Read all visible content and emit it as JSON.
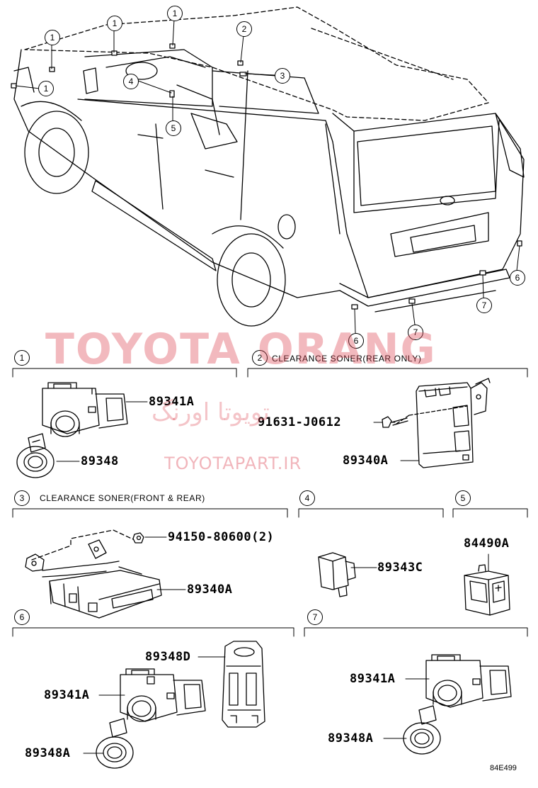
{
  "car_callouts": [
    {
      "id": "1",
      "n": "1"
    },
    {
      "id": "2",
      "n": "1"
    },
    {
      "id": "3",
      "n": "1"
    },
    {
      "id": "4",
      "n": "1"
    },
    {
      "id": "5",
      "n": "2"
    },
    {
      "id": "6",
      "n": "3"
    },
    {
      "id": "7",
      "n": "4"
    },
    {
      "id": "8",
      "n": "5"
    },
    {
      "id": "9",
      "n": "6"
    },
    {
      "id": "10",
      "n": "6"
    },
    {
      "id": "11",
      "n": "7"
    },
    {
      "id": "12",
      "n": "7"
    }
  ],
  "sections": {
    "s1": {
      "num": "1",
      "title": "",
      "parts": {
        "p1": "89341A",
        "p2": "89348"
      }
    },
    "s2": {
      "num": "2",
      "title": "CLEARANCE SONER(REAR ONLY)",
      "parts": {
        "p1": "91631-J0612",
        "p2": "89340A"
      }
    },
    "s3": {
      "num": "3",
      "title": "CLEARANCE SONER(FRONT & REAR)",
      "parts": {
        "p1": "94150-80600(2)",
        "p2": "89340A"
      }
    },
    "s4": {
      "num": "4",
      "title": "",
      "parts": {
        "p1": "89343C"
      }
    },
    "s5": {
      "num": "5",
      "title": "",
      "parts": {
        "p1": "84490A"
      }
    },
    "s6": {
      "num": "6",
      "title": "",
      "parts": {
        "p1": "89348D",
        "p2": "89341A",
        "p3": "89348A"
      }
    },
    "s7": {
      "num": "7",
      "title": "",
      "parts": {
        "p1": "89341A",
        "p2": "89348A"
      }
    }
  },
  "watermark": {
    "brand": "TOYOTA ORANG",
    "brand_fa": "تویوتا اورنگ",
    "url": "TOYOTAPART.IR"
  },
  "figure_code": "84E499",
  "colors": {
    "line": "#000000",
    "watermark": "#dc4655"
  }
}
